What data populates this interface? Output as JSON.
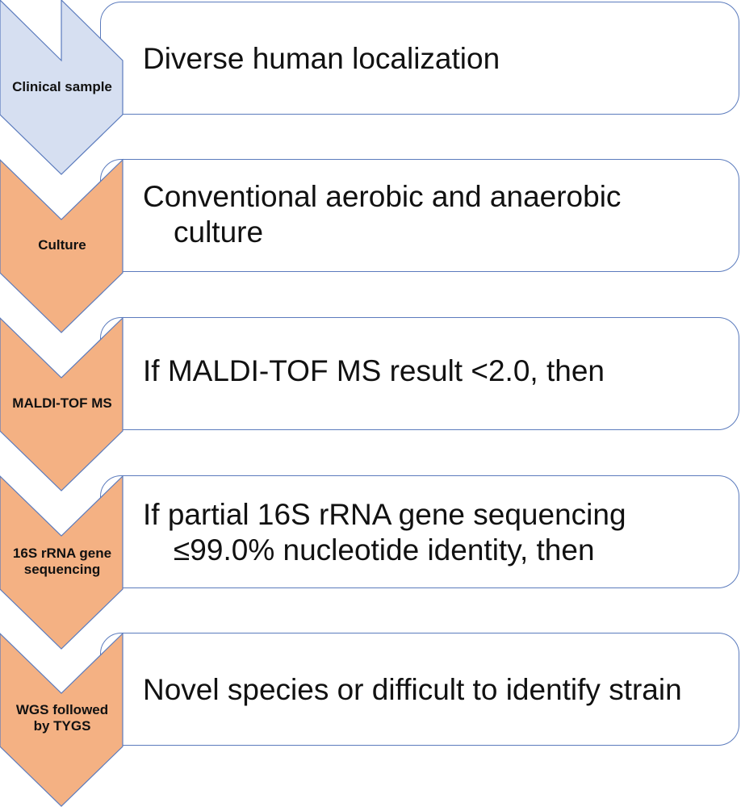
{
  "steps": [
    {
      "label": "Clinical sample",
      "text_line1": "Diverse human localization",
      "text_line2": "",
      "fill": "#d6dff1"
    },
    {
      "label": "Culture",
      "text_line1": "Conventional aerobic and anaerobic",
      "text_line2": "culture",
      "fill": "#f4b183"
    },
    {
      "label": "MALDI-TOF MS",
      "text_line1": "If MALDI-TOF MS result <2.0, then",
      "text_line2": "",
      "fill": "#f4b183"
    },
    {
      "label_line1": "16S rRNA gene",
      "label_line2": "sequencing",
      "text_line1": "If partial 16S rRNA gene sequencing",
      "text_line2": "≤99.0% nucleotide identity, then",
      "fill": "#f4b183"
    },
    {
      "label_line1": "WGS followed",
      "label_line2": "by TYGS",
      "text_line1": "Novel species or difficult to identify strain",
      "text_line2": "",
      "fill": "#f4b183"
    }
  ],
  "colors": {
    "border": "#5b7bbd",
    "chevron_first": "#d6dff1",
    "chevron_rest": "#f4b183"
  }
}
